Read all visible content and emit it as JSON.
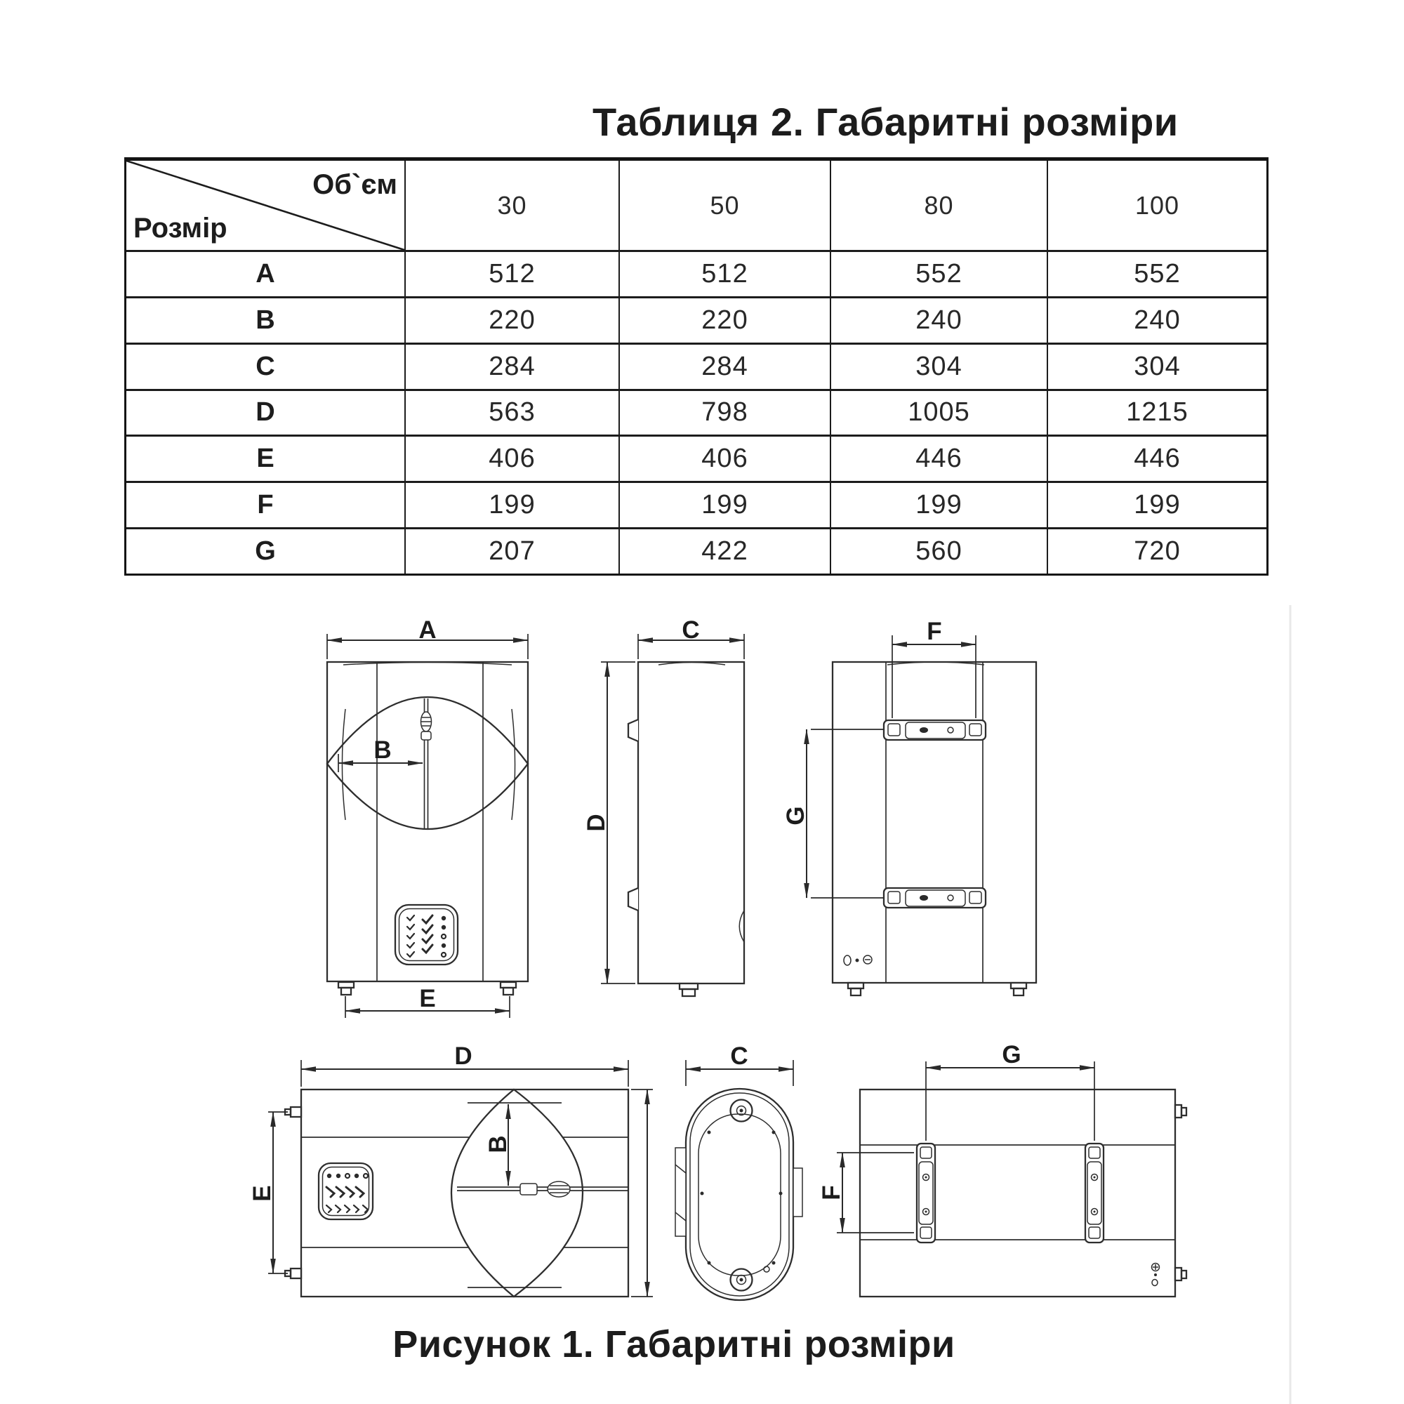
{
  "page": {
    "table_title": "Таблиця 2. Габаритні розміри",
    "figure_caption": "Рисунок 1. Габаритні розміри"
  },
  "table": {
    "corner": {
      "volume_label": "Об`єм",
      "size_label": "Розмір"
    },
    "volume_columns": [
      "30",
      "50",
      "80",
      "100"
    ],
    "rows": [
      {
        "label": "A",
        "values": [
          "512",
          "512",
          "552",
          "552"
        ]
      },
      {
        "label": "B",
        "values": [
          "220",
          "220",
          "240",
          "240"
        ]
      },
      {
        "label": "C",
        "values": [
          "284",
          "284",
          "304",
          "304"
        ]
      },
      {
        "label": "D",
        "values": [
          "563",
          "798",
          "1005",
          "1215"
        ]
      },
      {
        "label": "E",
        "values": [
          "406",
          "406",
          "446",
          "446"
        ]
      },
      {
        "label": "F",
        "values": [
          "199",
          "199",
          "199",
          "199"
        ]
      },
      {
        "label": "G",
        "values": [
          "207",
          "422",
          "560",
          "720"
        ]
      }
    ]
  },
  "figure": {
    "dim_letters": {
      "A": "A",
      "B": "B",
      "C": "C",
      "D": "D",
      "E": "E",
      "F": "F",
      "G": "G"
    }
  },
  "colors": {
    "ink": "#1c1c1c",
    "line": "#2e2e2e",
    "page_edge": "#e8e8e8"
  }
}
